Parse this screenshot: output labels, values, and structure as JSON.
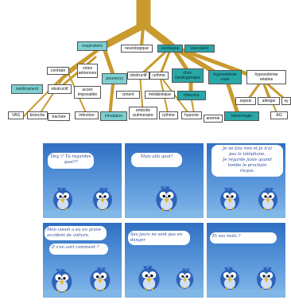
{
  "tree": {
    "nodes": [
      {
        "id": "respiratoire",
        "label": "respiratoire",
        "style": "lteal"
      },
      {
        "id": "neurologique",
        "label": "neurologique",
        "style": "white"
      },
      {
        "id": "cardiaque",
        "label": "cardiaque",
        "style": "teal"
      },
      {
        "id": "vasculaire",
        "label": "vasculaire",
        "style": "teal"
      },
      {
        "id": "centrale",
        "label": "centrale",
        "style": "white"
      },
      {
        "id": "voies",
        "label": "voies\naériennes",
        "style": "white"
      },
      {
        "id": "poumons",
        "label": "poumons",
        "style": "lteal"
      },
      {
        "id": "obstructif1",
        "label": "obstructif",
        "style": "white"
      },
      {
        "id": "rythme",
        "label": "rythme",
        "style": "white"
      },
      {
        "id": "choc",
        "label": "choc\ncardiogénique",
        "style": "teal"
      },
      {
        "id": "hypovolemie_vraie",
        "label": "hypovolémie\nvraie",
        "style": "teal"
      },
      {
        "id": "hypovolemie_rel",
        "label": "hypovolémie\nrelative",
        "style": "white"
      },
      {
        "id": "medicament",
        "label": "médicament",
        "style": "lteal"
      },
      {
        "id": "obstructif2",
        "label": "obstructif",
        "style": "white"
      },
      {
        "id": "acces",
        "label": "accès\nimpossible",
        "style": "white"
      },
      {
        "id": "ciment",
        "label": "ciment",
        "style": "white"
      },
      {
        "id": "metabolique",
        "label": "métabolique",
        "style": "white"
      },
      {
        "id": "infarctus",
        "label": "infarctus",
        "style": "teal"
      },
      {
        "id": "sepsis",
        "label": "sepsis",
        "style": "white"
      },
      {
        "id": "allergie",
        "label": "allergie",
        "style": "white"
      },
      {
        "id": "sy",
        "label": "sy",
        "style": "white"
      },
      {
        "id": "vas",
        "label": "VAS",
        "style": "white"
      },
      {
        "id": "bronche",
        "label": "bronche",
        "style": "white"
      },
      {
        "id": "trachee",
        "label": "trachée",
        "style": "white"
      },
      {
        "id": "infection",
        "label": "infection",
        "style": "white"
      },
      {
        "id": "inhalation",
        "label": "inhalation",
        "style": "lteal"
      },
      {
        "id": "embolie",
        "label": "embolie\npulmonaire",
        "style": "white"
      },
      {
        "id": "rythme2",
        "label": "rythme",
        "style": "white"
      },
      {
        "id": "hypoxie",
        "label": "hypoxie",
        "style": "white"
      },
      {
        "id": "anemie",
        "label": "anémie",
        "style": "white"
      },
      {
        "id": "hemorragie",
        "label": "hémorragie",
        "style": "teal"
      },
      {
        "id": "ag",
        "label": "AG",
        "style": "white"
      }
    ]
  },
  "comic": {
    "panels": [
      {
        "text": "Hey !! Tu regardes\nquoi??"
      },
      {
        "text": "Mais allo quoi?"
      },
      {
        "text": "Je ne fais rien et je n'ai\npas le téléphone.\nJe regarde juste quand\ntombe le prochain\nrisque."
      },
      {
        "text": "Mon voisin a eu un grave\naccident de voiture.",
        "text2": "Il s'en sort comment ?"
      },
      {
        "text": "Ses jours ne sont pas en\ndanger"
      },
      {
        "text": "Et ses mots ?"
      }
    ]
  },
  "colors": {
    "trunk": "#c99a2e",
    "teal": "#2aa7a7",
    "light_teal": "#7fcfd0",
    "sky_top": "#2f6fc3",
    "bird": "#2f63b8"
  }
}
